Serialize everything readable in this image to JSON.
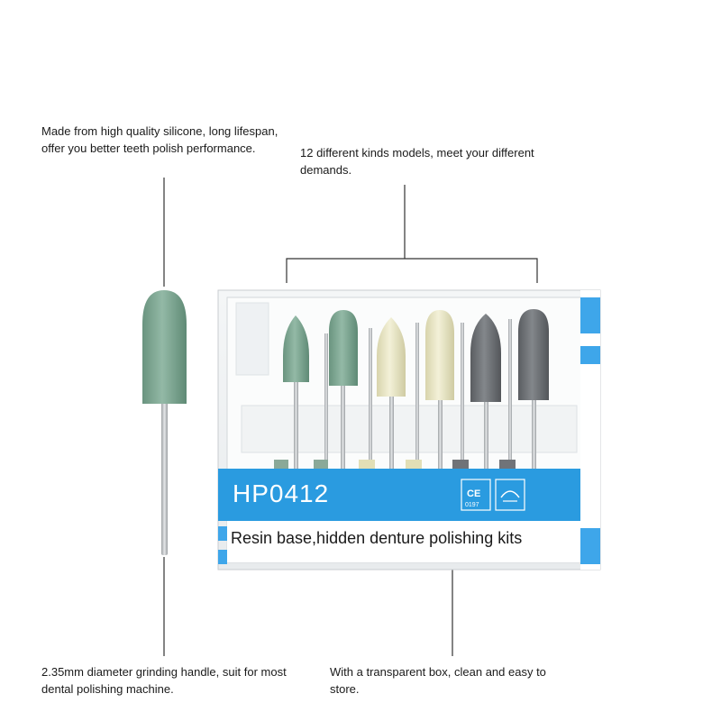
{
  "callouts": {
    "silicone": "Made from high quality silicone, long lifespan, offer you better teeth polish performance.",
    "models": "12 different kinds models, meet your different demands.",
    "handle": "2.35mm diameter grinding handle, suit for most dental polishing machine.",
    "box": "With a transparent box, clean and easy to store."
  },
  "kit": {
    "model": "HP0412",
    "description": "Resin base,hidden denture polishing kits",
    "ce_mark": "CE",
    "ce_code": "0197"
  },
  "colors": {
    "label_blue": "#2a9be0",
    "stripe_blue": "#3ea6ea",
    "green_bur": "#7fa894",
    "cream_bur": "#e9e6c3",
    "gray_bur": "#6c6f73",
    "shank": "#b8bcbf"
  }
}
